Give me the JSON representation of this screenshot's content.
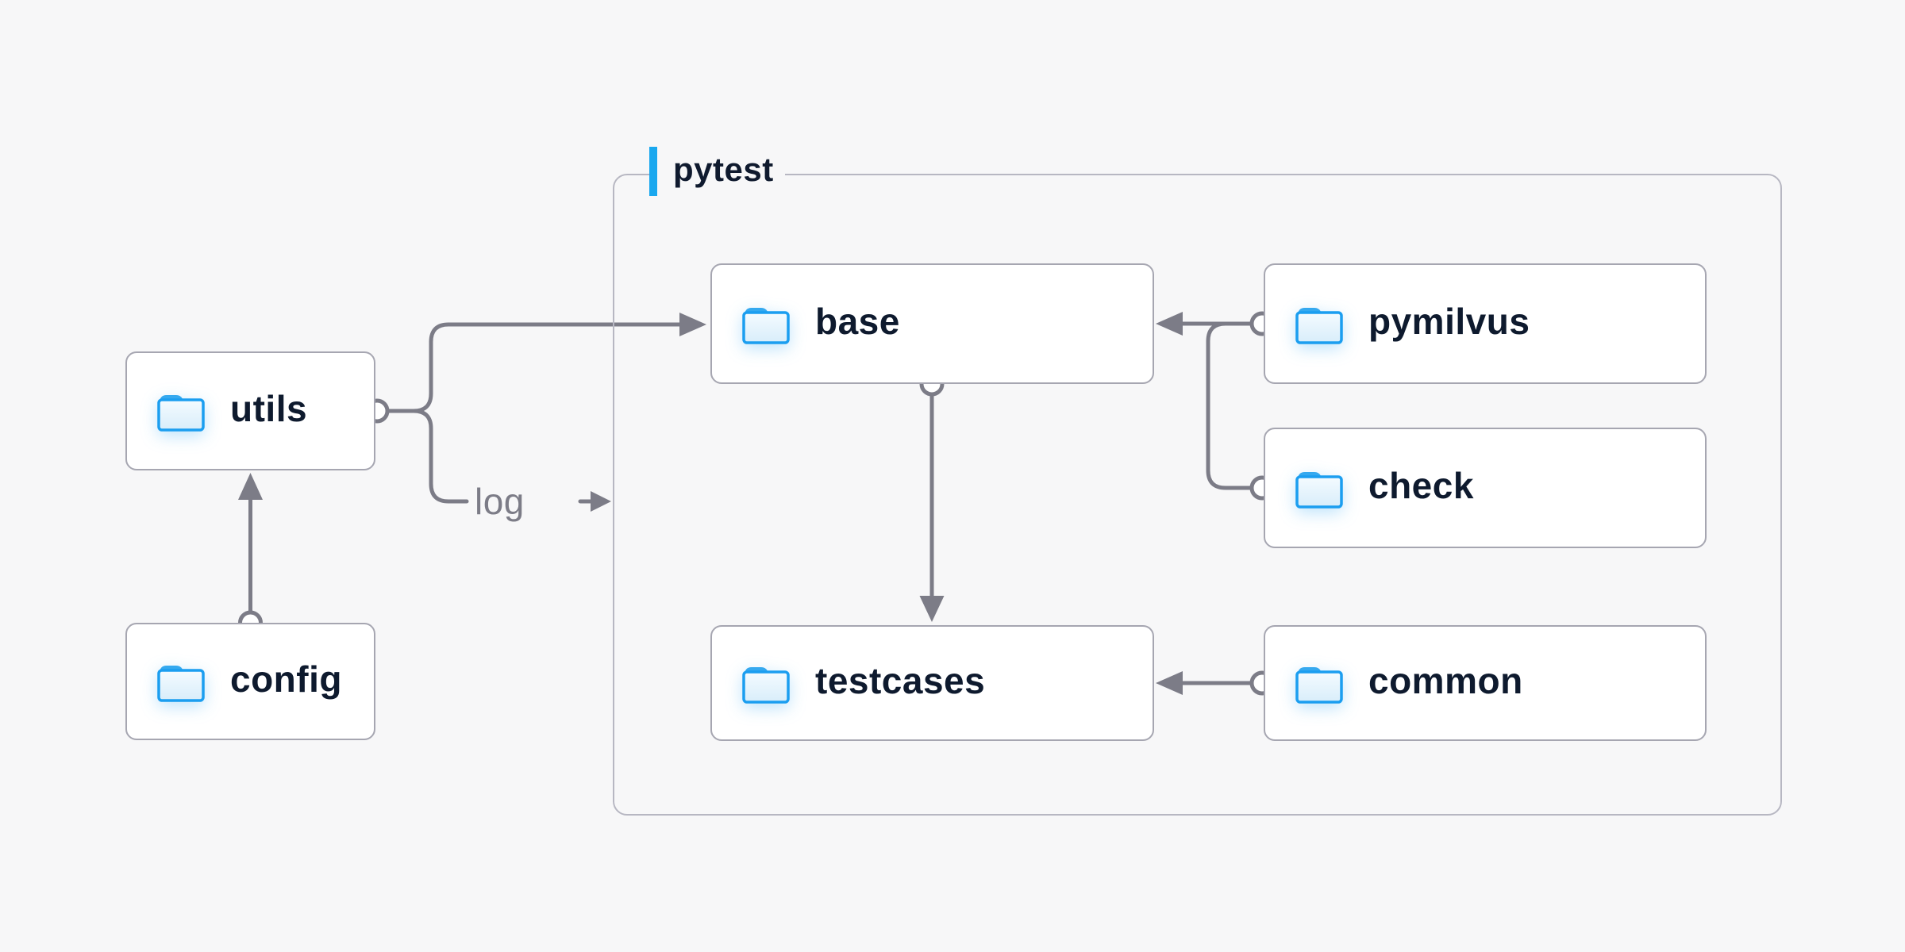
{
  "diagram": {
    "title_group": {
      "label": "pytest"
    },
    "nodes": [
      {
        "id": "utils",
        "label": "utils",
        "icon": "folder-icon",
        "inside_pytest": false
      },
      {
        "id": "config",
        "label": "config",
        "icon": "folder-icon",
        "inside_pytest": false
      },
      {
        "id": "base",
        "label": "base",
        "icon": "folder-icon",
        "inside_pytest": true
      },
      {
        "id": "pymilvus",
        "label": "pymilvus",
        "icon": "folder-icon",
        "inside_pytest": true
      },
      {
        "id": "check",
        "label": "check",
        "icon": "folder-icon",
        "inside_pytest": true
      },
      {
        "id": "testcases",
        "label": "testcases",
        "icon": "folder-icon",
        "inside_pytest": true
      },
      {
        "id": "common",
        "label": "common",
        "icon": "folder-icon",
        "inside_pytest": true
      }
    ],
    "edges": [
      {
        "from": "config",
        "to": "utils",
        "style": "arrow",
        "label": ""
      },
      {
        "from": "utils",
        "to": "base",
        "style": "arrow",
        "label": ""
      },
      {
        "from": "utils",
        "to": "pytest-group",
        "style": "arrow",
        "label": "log"
      },
      {
        "from": "base",
        "to": "testcases",
        "style": "arrow",
        "label": ""
      },
      {
        "from": "pymilvus",
        "to": "base",
        "style": "arrow",
        "label": ""
      },
      {
        "from": "check",
        "to": "base",
        "style": "arrow",
        "label": ""
      },
      {
        "from": "common",
        "to": "testcases",
        "style": "arrow",
        "label": ""
      }
    ],
    "colors": {
      "background": "#f7f7f8",
      "accent_blue": "#1aa8ef",
      "folder_blue": "#1b9ef0",
      "edge_gray": "#7c7c87",
      "node_border": "#a6a6b1",
      "group_border": "#b7b7c2",
      "text_dark": "#0e1a2e"
    }
  }
}
